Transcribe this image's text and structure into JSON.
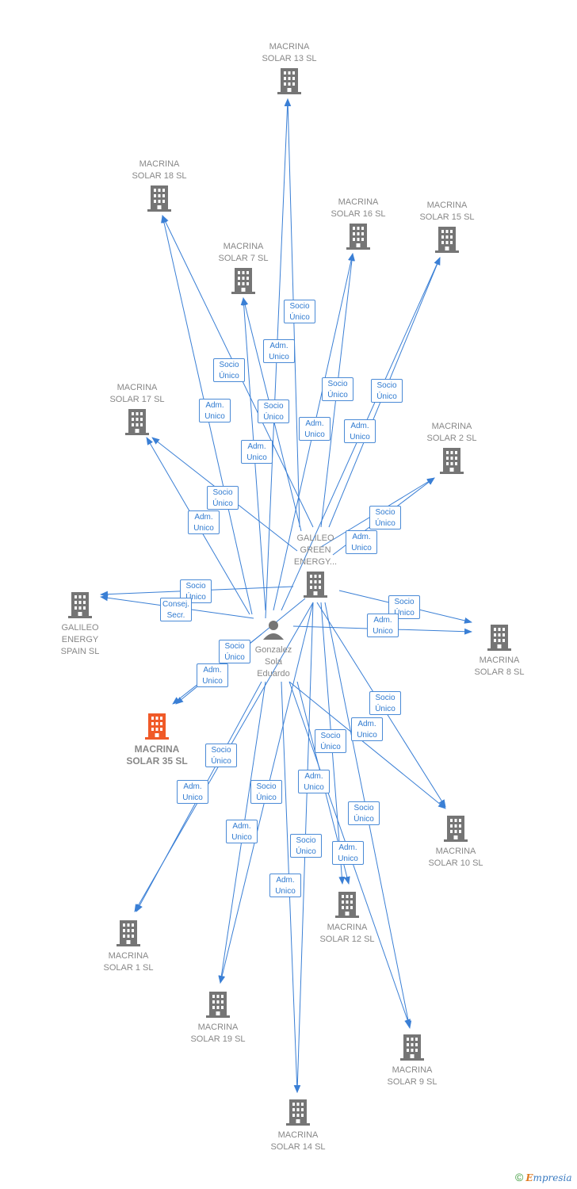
{
  "companies": [
    {
      "id": "ms13",
      "lines": [
        "MACRINA",
        "SOLAR 13  SL"
      ]
    },
    {
      "id": "ms18",
      "lines": [
        "MACRINA",
        "SOLAR 18  SL"
      ]
    },
    {
      "id": "ms16",
      "lines": [
        "MACRINA",
        "SOLAR 16  SL"
      ]
    },
    {
      "id": "ms15",
      "lines": [
        "MACRINA",
        "SOLAR 15  SL"
      ]
    },
    {
      "id": "ms7",
      "lines": [
        "MACRINA",
        "SOLAR 7  SL"
      ]
    },
    {
      "id": "ms17",
      "lines": [
        "MACRINA",
        "SOLAR 17  SL"
      ]
    },
    {
      "id": "ms2",
      "lines": [
        "MACRINA",
        "SOLAR 2  SL"
      ]
    },
    {
      "id": "galileo_green",
      "lines": [
        "GALILEO",
        "GREEN",
        "ENERGY..."
      ]
    },
    {
      "id": "galileo_spain",
      "lines": [
        "GALILEO",
        "ENERGY",
        "SPAIN  SL"
      ]
    },
    {
      "id": "ms8",
      "lines": [
        "MACRINA",
        "SOLAR 8  SL"
      ]
    },
    {
      "id": "ms35",
      "lines": [
        "MACRINA",
        "SOLAR 35  SL"
      ],
      "focus": true
    },
    {
      "id": "ms10",
      "lines": [
        "MACRINA",
        "SOLAR 10  SL"
      ]
    },
    {
      "id": "ms12",
      "lines": [
        "MACRINA",
        "SOLAR 12  SL"
      ]
    },
    {
      "id": "ms1",
      "lines": [
        "MACRINA",
        "SOLAR 1  SL"
      ]
    },
    {
      "id": "ms19",
      "lines": [
        "MACRINA",
        "SOLAR 19  SL"
      ]
    },
    {
      "id": "ms9",
      "lines": [
        "MACRINA",
        "SOLAR 9  SL"
      ]
    },
    {
      "id": "ms14",
      "lines": [
        "MACRINA",
        "SOLAR 14  SL"
      ]
    }
  ],
  "person": {
    "lines": [
      "Gonzalez",
      "Sola",
      "Eduardo"
    ]
  },
  "roles": [
    {
      "lines": [
        "Socio",
        "Único"
      ]
    },
    {
      "lines": [
        "Adm.",
        "Unico"
      ]
    },
    {
      "lines": [
        "Socio",
        "Único"
      ]
    },
    {
      "lines": [
        "Adm.",
        "Unico"
      ]
    },
    {
      "lines": [
        "Socio",
        "Único"
      ]
    },
    {
      "lines": [
        "Adm.",
        "Unico"
      ]
    },
    {
      "lines": [
        "Socio",
        "Único"
      ]
    },
    {
      "lines": [
        "Socio",
        "Único"
      ]
    },
    {
      "lines": [
        "Adm.",
        "Unico"
      ]
    },
    {
      "lines": [
        "Adm.",
        "Unico"
      ]
    },
    {
      "lines": [
        "Socio",
        "Único"
      ]
    },
    {
      "lines": [
        "Adm.",
        "Unico"
      ]
    },
    {
      "lines": [
        "Socio",
        "Único"
      ]
    },
    {
      "lines": [
        "Adm.",
        "Unico"
      ]
    },
    {
      "lines": [
        "Socio",
        "Único"
      ]
    },
    {
      "lines": [
        "Consej.",
        "Secr."
      ]
    },
    {
      "lines": [
        "Socio",
        "Único"
      ]
    },
    {
      "lines": [
        "Adm.",
        "Unico"
      ]
    },
    {
      "lines": [
        "Socio",
        "Único"
      ]
    },
    {
      "lines": [
        "Adm.",
        "Unico"
      ]
    },
    {
      "lines": [
        "Socio",
        "Único"
      ]
    },
    {
      "lines": [
        "Adm.",
        "Unico"
      ]
    },
    {
      "lines": [
        "Socio",
        "Único"
      ]
    },
    {
      "lines": [
        "Adm.",
        "Unico"
      ]
    },
    {
      "lines": [
        "Socio",
        "Único"
      ]
    },
    {
      "lines": [
        "Adm.",
        "Unico"
      ]
    },
    {
      "lines": [
        "Socio",
        "Único"
      ]
    },
    {
      "lines": [
        "Adm.",
        "Unico"
      ]
    },
    {
      "lines": [
        "Socio",
        "Único"
      ]
    },
    {
      "lines": [
        "Adm.",
        "Unico"
      ]
    },
    {
      "lines": [
        "Socio",
        "Único"
      ]
    },
    {
      "lines": [
        "Adm.",
        "Unico"
      ]
    }
  ],
  "colors": {
    "edge": "#3a7fd5",
    "node": "#757575",
    "focus": "#f05a28",
    "person": "#757575"
  },
  "brand": {
    "symbol": "©",
    "name_first": "E",
    "name_rest": "mpresia"
  }
}
